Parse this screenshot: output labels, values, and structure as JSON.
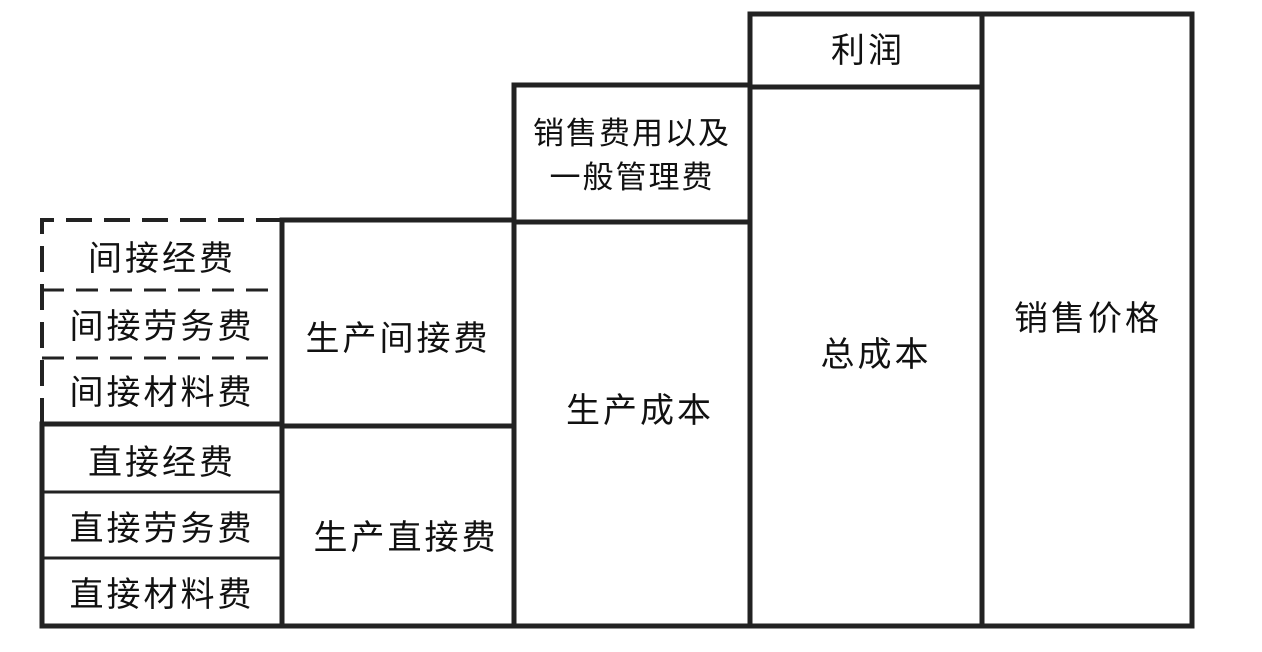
{
  "cost_structure": {
    "indirect_expense": "间接经费",
    "indirect_labor": "间接劳务费",
    "indirect_material": "间接材料费",
    "direct_expense": "直接经费",
    "direct_labor": "直接劳务费",
    "direct_material": "直接材料费",
    "manufacturing_indirect": "生产间接费",
    "manufacturing_direct": "生产直接费",
    "selling_admin_line1": "销售费用以及",
    "selling_admin_line2": "一般管理费",
    "production_cost": "生产成本",
    "profit": "利润",
    "total_cost": "总成本",
    "selling_price": "销售价格"
  }
}
